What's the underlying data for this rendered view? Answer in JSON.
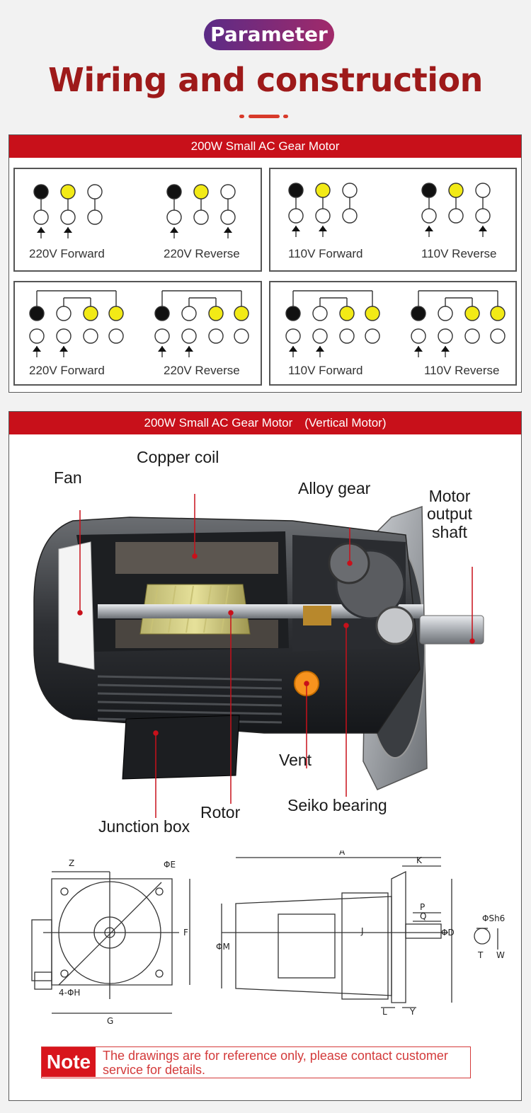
{
  "header": {
    "pill": "Parameter",
    "title": "Wiring and construction"
  },
  "wiring_panel": {
    "title": "200W Small AC Gear Motor",
    "diagrams": [
      {
        "label": "220V Forward"
      },
      {
        "label": "220V Reverse"
      },
      {
        "label": "110V Forward"
      },
      {
        "label": "110V Reverse"
      },
      {
        "label": "220V Forward"
      },
      {
        "label": "220V Reverse"
      },
      {
        "label": "110V Forward"
      },
      {
        "label": "110V Reverse"
      }
    ],
    "colors": {
      "black": "#111111",
      "yellow": "#f2ea16",
      "white": "#ffffff"
    }
  },
  "construction_panel": {
    "title": "200W Small AC Gear Motor　(Vertical Motor)",
    "callouts": {
      "copper_coil": "Copper coil",
      "fan": "Fan",
      "alloy_gear": "Alloy gear",
      "output_shaft": "Motor\noutput\nshaft",
      "vent": "Vent",
      "rotor": "Rotor",
      "seiko_bearing": "Seiko bearing",
      "junction_box": "Junction box"
    },
    "dimensions": {
      "front": [
        "Z",
        "ΦE",
        "F",
        "4-ΦH",
        "G"
      ],
      "side": [
        "A",
        "K",
        "P",
        "Q",
        "ΦM",
        "J",
        "ΦD",
        "L",
        "Y"
      ],
      "shaft": [
        "ΦSh6",
        "T",
        "W"
      ]
    },
    "accent_color": "#c8101a"
  },
  "note": {
    "tag": "Note",
    "text": "The drawings are for reference only, please contact customer service for details."
  }
}
